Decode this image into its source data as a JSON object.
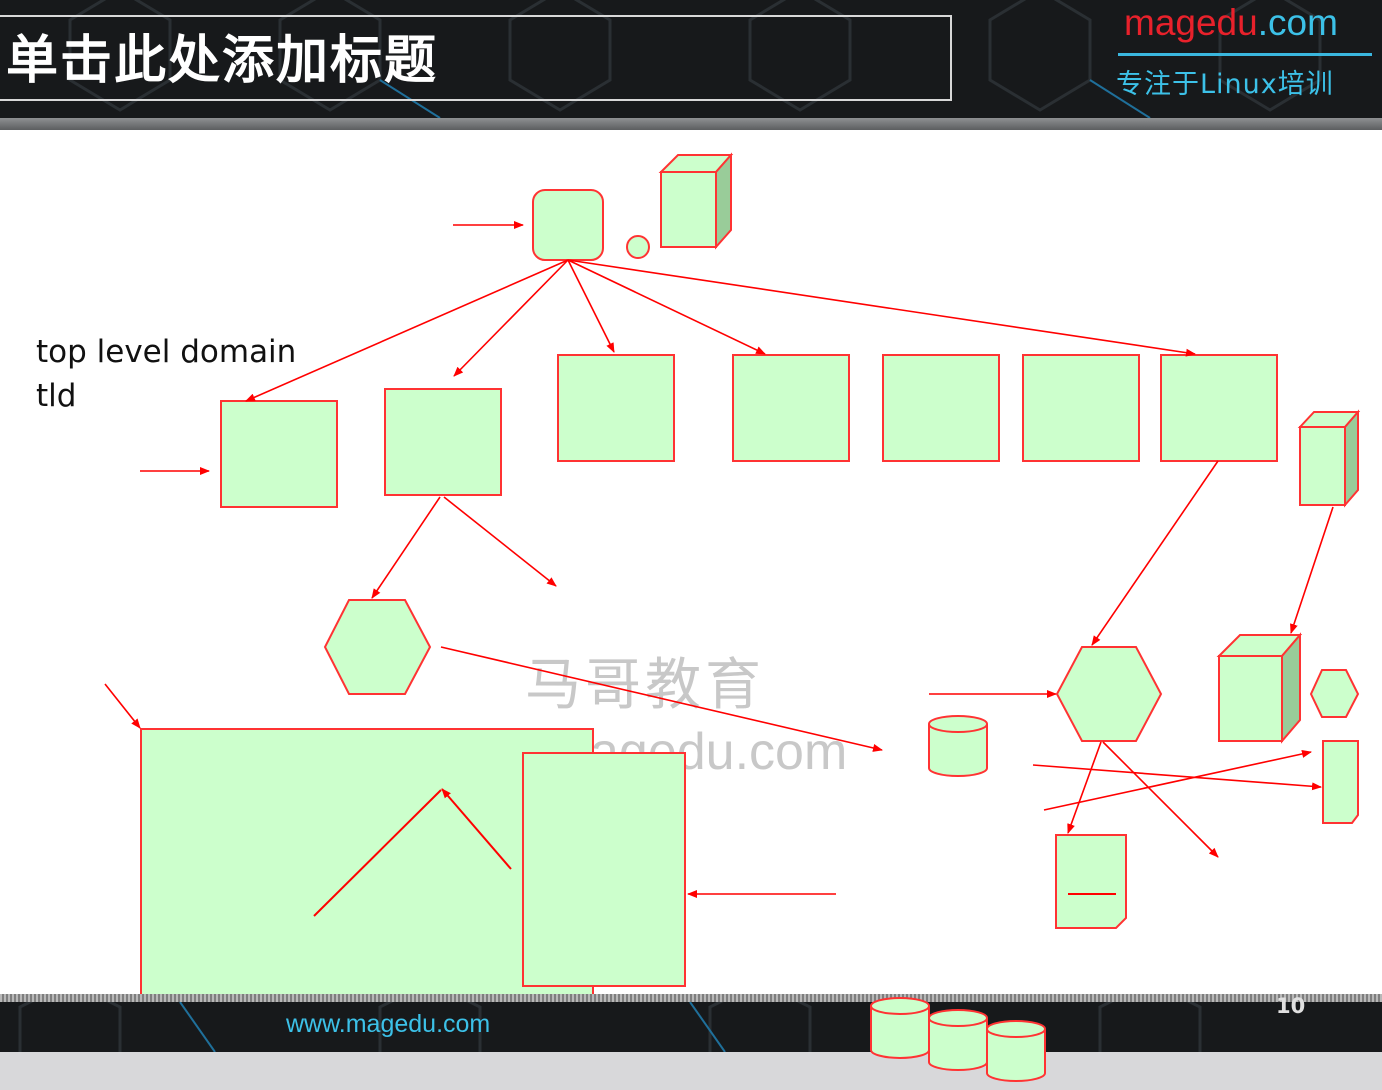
{
  "slide": {
    "title": "单击此处添加标题",
    "logo": {
      "brand": "magedu",
      "tld": ".com",
      "tagline": "专注于Linux培训"
    },
    "footer_url": "www.magedu.com",
    "page_number": "10"
  },
  "diagram": {
    "label_lines": [
      "top level domain",
      "tld"
    ],
    "watermark": {
      "chinese": "马哥教育",
      "url": "agedu.com"
    },
    "colors": {
      "fill": "#ccffcc",
      "stroke": "#ff0000",
      "shade": "#99cc99"
    }
  }
}
